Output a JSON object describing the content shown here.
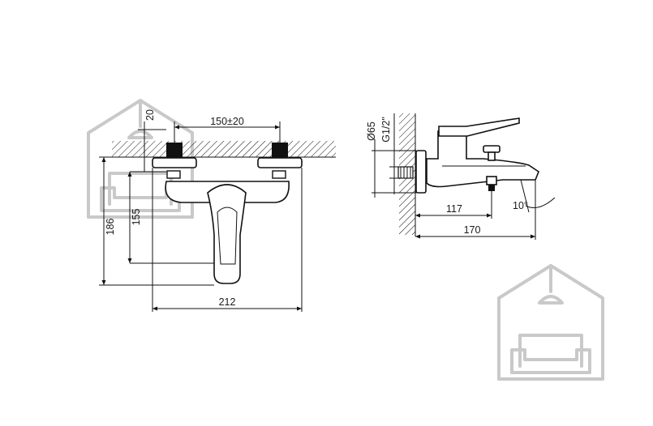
{
  "front_view": {
    "dim_centers": "150±20",
    "dim_top": "20",
    "dim_155": "155",
    "dim_186": "186",
    "dim_width": "212"
  },
  "side_view": {
    "dim_diameter": "Ø65",
    "dim_thread": "G1/2\"",
    "dim_117": "117",
    "dim_170": "170",
    "dim_angle": "10°"
  },
  "colors": {
    "line": "#111111",
    "watermark": "#c9c9c9"
  },
  "icons": [
    "house-sofa-logo-icon"
  ]
}
